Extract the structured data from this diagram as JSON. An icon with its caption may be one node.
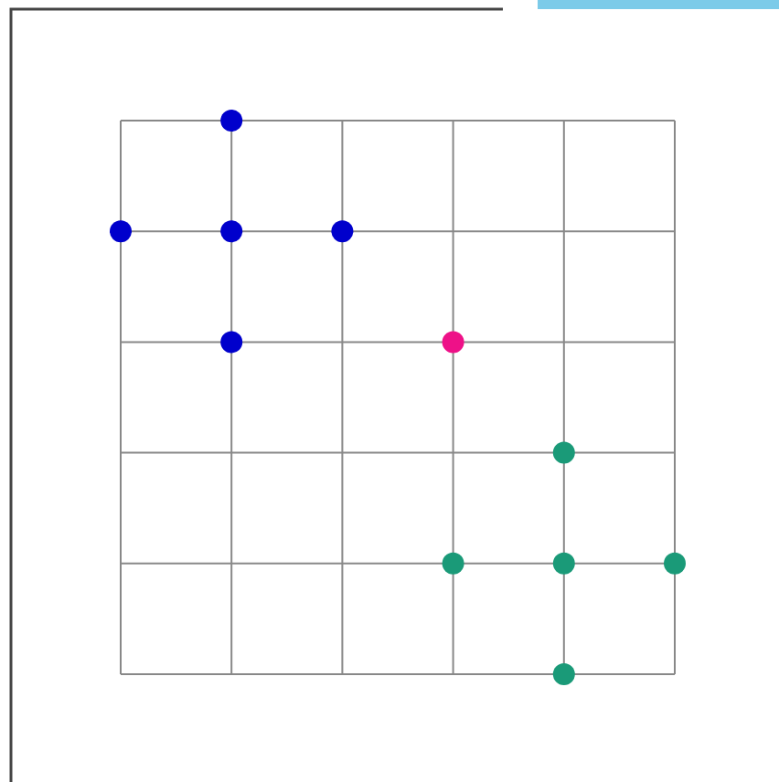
{
  "diagram": {
    "nodes": [
      {
        "text": [],
        "shape": "circle"
      },
      {
        "text": [],
        "shape": "circle"
      },
      {
        "text": [],
        "shape": "circle"
      },
      {
        "text": [],
        "shape": "circle"
      },
      {
        "text": [],
        "shape": "circle"
      },
      {
        "text": [],
        "shape": "circle"
      },
      {
        "text": [],
        "shape": "circle"
      },
      {
        "text": [],
        "shape": "circle"
      },
      {
        "text": [],
        "shape": "circle"
      },
      {
        "text": [],
        "shape": "circle"
      },
      {
        "text": [],
        "shape": "circle"
      }
    ]
  }
}
